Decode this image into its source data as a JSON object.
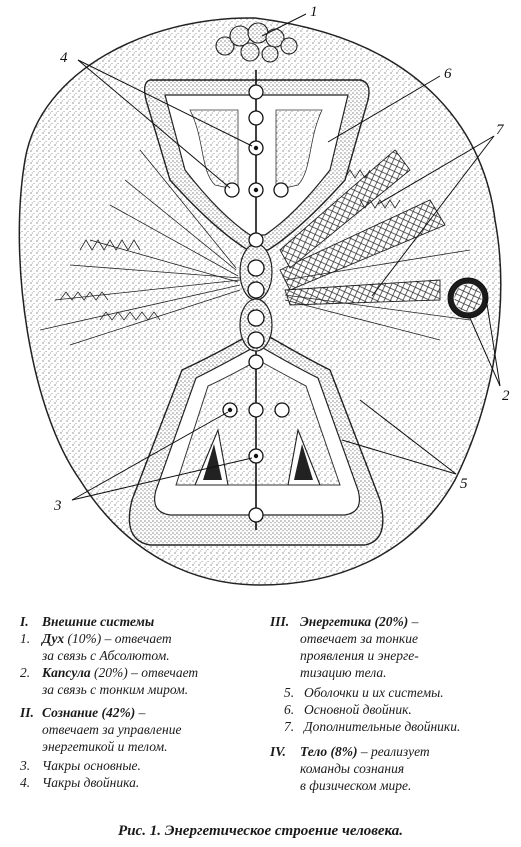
{
  "labels": {
    "n1": "1",
    "n2": "2",
    "n3": "3",
    "n4": "4",
    "n5": "5",
    "n6": "6",
    "n7": "7"
  },
  "legend": {
    "section_i": {
      "marker": "I.",
      "title": "Внешние системы"
    },
    "item1": {
      "marker": "1.",
      "name": "Дух",
      "pct": "(10%)",
      "desc": "– отвечает",
      "desc2": "за связь с Абсолютом."
    },
    "item2": {
      "marker": "2.",
      "name": "Капсула",
      "pct": "(20%)",
      "desc": "– отвечает",
      "desc2": "за связь с тонким миром."
    },
    "section_ii": {
      "marker": "II.",
      "title": "Сознание (42%)",
      "desc": "–",
      "desc2": "отвечает за управление",
      "desc3": "энергетикой и телом."
    },
    "item3": {
      "marker": "3.",
      "text": "Чакры основные."
    },
    "item4": {
      "marker": "4.",
      "text": "Чакры двойника."
    },
    "section_iii": {
      "marker": "III.",
      "title": "Энергетика (20%)",
      "desc": "–",
      "desc2": "отвечает за тонкие",
      "desc3": "проявления и энерге-",
      "desc4": "тизацию тела."
    },
    "item5": {
      "marker": "5.",
      "text": "Оболочки и их системы."
    },
    "item6": {
      "marker": "6.",
      "text": "Основной двойник."
    },
    "item7": {
      "marker": "7.",
      "text": "Дополнительные двойники."
    },
    "section_iv": {
      "marker": "IV.",
      "title": "Тело (8%)",
      "desc": "– реализует",
      "desc2": "команды сознания",
      "desc3": "в физическом мире."
    }
  },
  "caption": "Рис. 1. Энергетическое строение человека."
}
